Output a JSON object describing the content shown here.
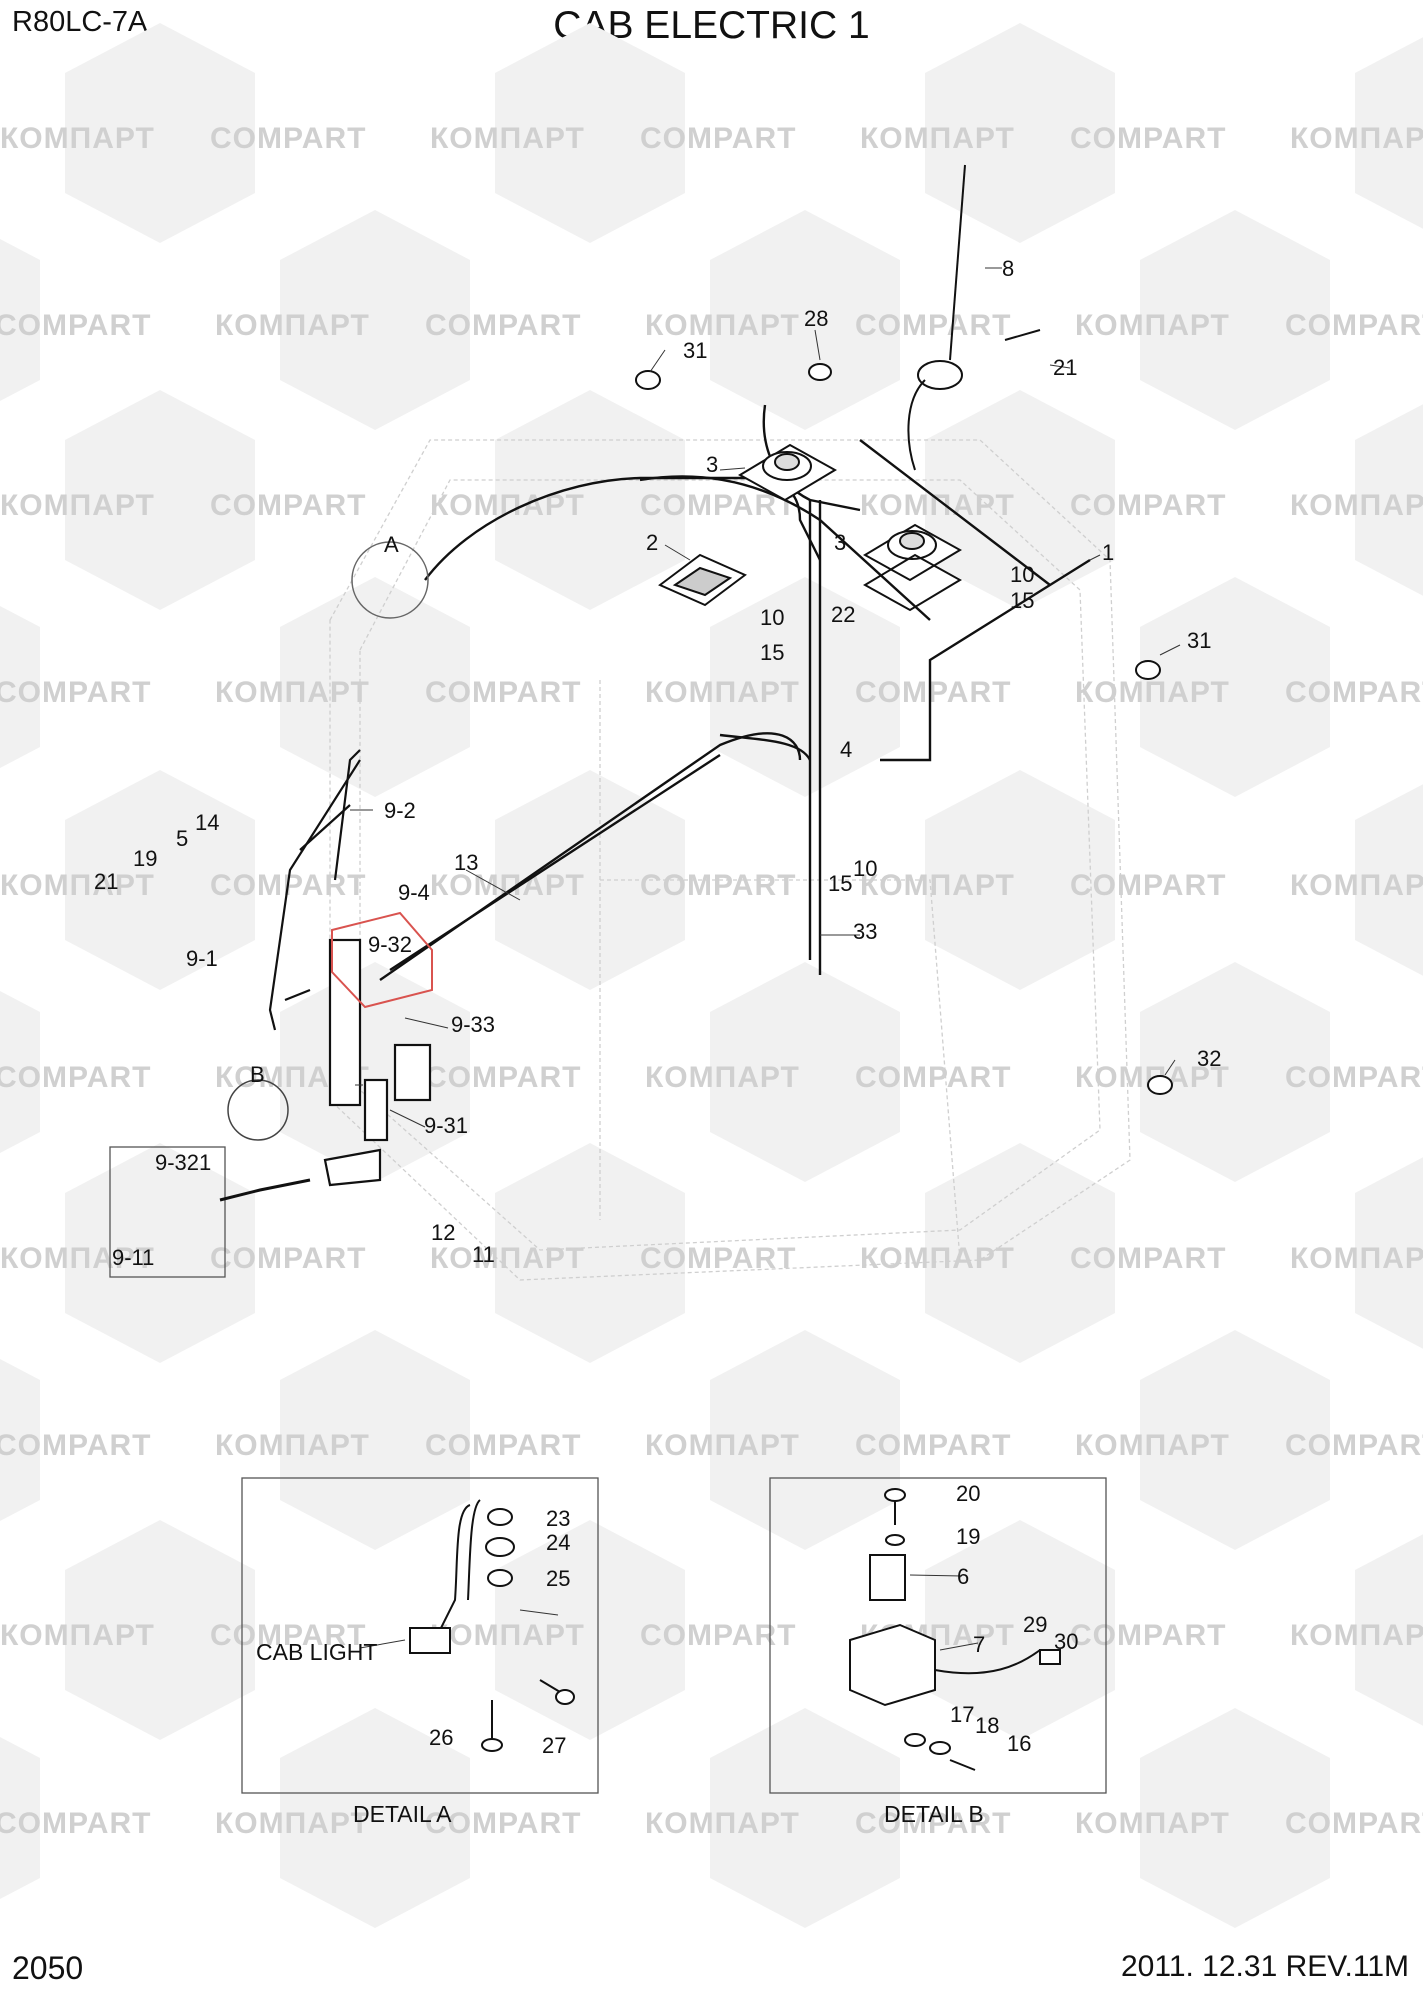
{
  "header": {
    "model": "R80LC-7A",
    "title": "CAB ELECTRIC 1"
  },
  "footer": {
    "page_number": "2050",
    "revision": "2011. 12.31 REV.11M"
  },
  "watermark": {
    "text_cyrillic": "КОМПАРТ",
    "text_latin": "COMPART"
  },
  "callouts": [
    {
      "id": "c8",
      "text": "8"
    },
    {
      "id": "c28",
      "text": "28"
    },
    {
      "id": "c31a",
      "text": "31"
    },
    {
      "id": "c21a",
      "text": "21"
    },
    {
      "id": "c3a",
      "text": "3"
    },
    {
      "id": "c3b",
      "text": "3"
    },
    {
      "id": "c1",
      "text": "1"
    },
    {
      "id": "cA",
      "text": "A"
    },
    {
      "id": "c2",
      "text": "2"
    },
    {
      "id": "c10a",
      "text": "10"
    },
    {
      "id": "c15a",
      "text": "15"
    },
    {
      "id": "c10b",
      "text": "10"
    },
    {
      "id": "c15b",
      "text": "15"
    },
    {
      "id": "c22",
      "text": "22"
    },
    {
      "id": "c31b",
      "text": "31"
    },
    {
      "id": "c4",
      "text": "4"
    },
    {
      "id": "c92",
      "text": "9-2"
    },
    {
      "id": "c14",
      "text": "14"
    },
    {
      "id": "c5",
      "text": "5"
    },
    {
      "id": "c19a",
      "text": "19"
    },
    {
      "id": "c21b",
      "text": "21"
    },
    {
      "id": "c94",
      "text": "9-4"
    },
    {
      "id": "c13",
      "text": "13"
    },
    {
      "id": "c15c",
      "text": "15"
    },
    {
      "id": "c10c",
      "text": "10"
    },
    {
      "id": "c91",
      "text": "9-1"
    },
    {
      "id": "c932",
      "text": "9-32"
    },
    {
      "id": "c33",
      "text": "33"
    },
    {
      "id": "c933",
      "text": "9-33"
    },
    {
      "id": "cB",
      "text": "B"
    },
    {
      "id": "c32",
      "text": "32"
    },
    {
      "id": "c931",
      "text": "9-31"
    },
    {
      "id": "c9321",
      "text": "9-321"
    },
    {
      "id": "c911",
      "text": "9-11"
    },
    {
      "id": "c12",
      "text": "12"
    },
    {
      "id": "c11",
      "text": "11"
    },
    {
      "id": "c23",
      "text": "23"
    },
    {
      "id": "c24",
      "text": "24"
    },
    {
      "id": "c25",
      "text": "25"
    },
    {
      "id": "c26",
      "text": "26"
    },
    {
      "id": "c27",
      "text": "27"
    },
    {
      "id": "c20",
      "text": "20"
    },
    {
      "id": "c19b",
      "text": "19"
    },
    {
      "id": "c6",
      "text": "6"
    },
    {
      "id": "c7",
      "text": "7"
    },
    {
      "id": "c29",
      "text": "29"
    },
    {
      "id": "c30",
      "text": "30"
    },
    {
      "id": "c17",
      "text": "17"
    },
    {
      "id": "c18",
      "text": "18"
    },
    {
      "id": "c16",
      "text": "16"
    }
  ],
  "detail_a": {
    "caption": "DETAIL A",
    "label": "CAB LIGHT"
  },
  "detail_b": {
    "caption": "DETAIL B"
  }
}
